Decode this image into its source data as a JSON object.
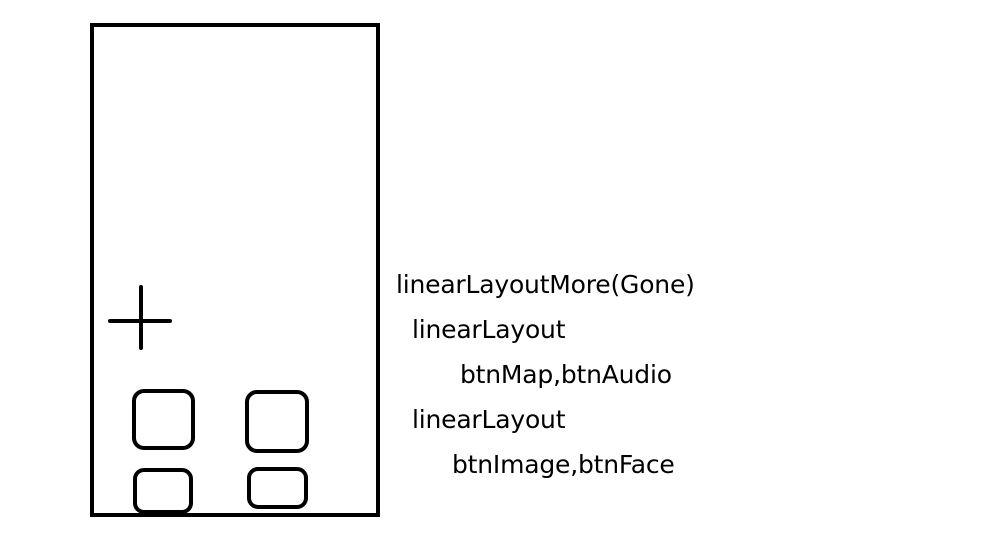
{
  "labels": {
    "linear_layout_more": "linearLayoutMore(Gone)",
    "linear_layout_1": "linearLayout",
    "buttons_row_1": "btnMap,btnAudio",
    "linear_layout_2": "linearLayout",
    "buttons_row_2": "btnImage,btnFace"
  },
  "icons": {
    "add": "plus-icon"
  },
  "colors": {
    "stroke": "#000000",
    "background": "#ffffff"
  }
}
